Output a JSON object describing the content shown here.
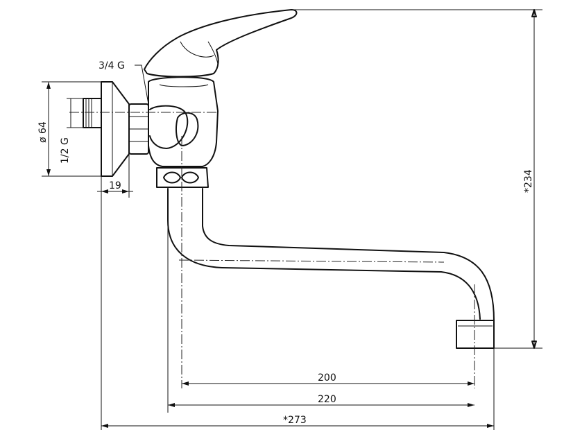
{
  "labels": {
    "outlet_thread": "3/4 G",
    "flange_diameter": "ø 64",
    "inlet_thread": "1/2 G",
    "flange_depth": "19",
    "height_total": "*234",
    "spout_projection": "200",
    "spout_reach": "220",
    "length_total": "*273"
  },
  "colors": {
    "line": "#111111",
    "background": "#ffffff"
  }
}
